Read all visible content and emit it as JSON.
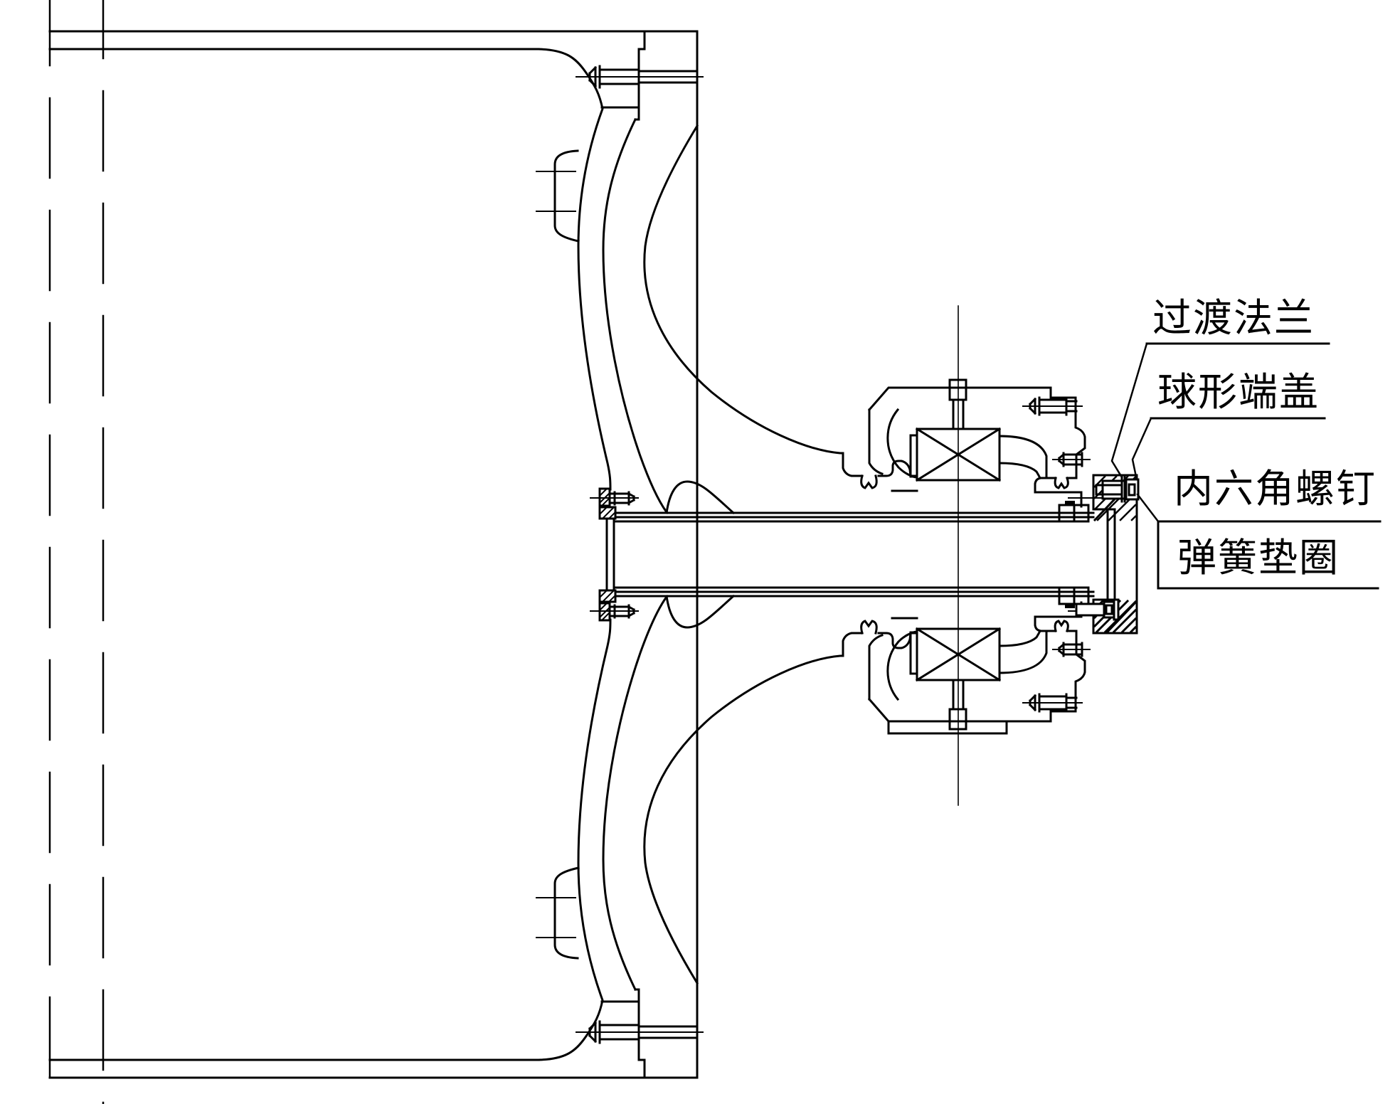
{
  "drawing": {
    "type": "mechanical-section-drawing",
    "colors": {
      "line": "#000000",
      "background": "#ffffff"
    },
    "labels": {
      "transition_flange": "过渡法兰",
      "spherical_end_cap": "球形端盖",
      "hex_socket_screw": "内六角螺钉",
      "spring_washer": "弹簧垫圈"
    }
  }
}
